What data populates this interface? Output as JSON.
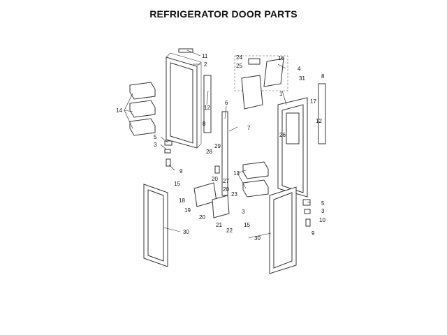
{
  "title": "REFRIGERATOR DOOR PARTS",
  "callouts": [
    "11",
    "2",
    "4",
    "16",
    "24",
    "25",
    "31",
    "8",
    "14",
    "12",
    "1",
    "6",
    "7",
    "17",
    "26",
    "12",
    "5",
    "3",
    "9",
    "8",
    "28",
    "29",
    "27",
    "13",
    "15",
    "20",
    "18",
    "20",
    "23",
    "19",
    "20",
    "21",
    "22",
    "3",
    "15",
    "5",
    "3",
    "10",
    "9",
    "30",
    "30"
  ]
}
